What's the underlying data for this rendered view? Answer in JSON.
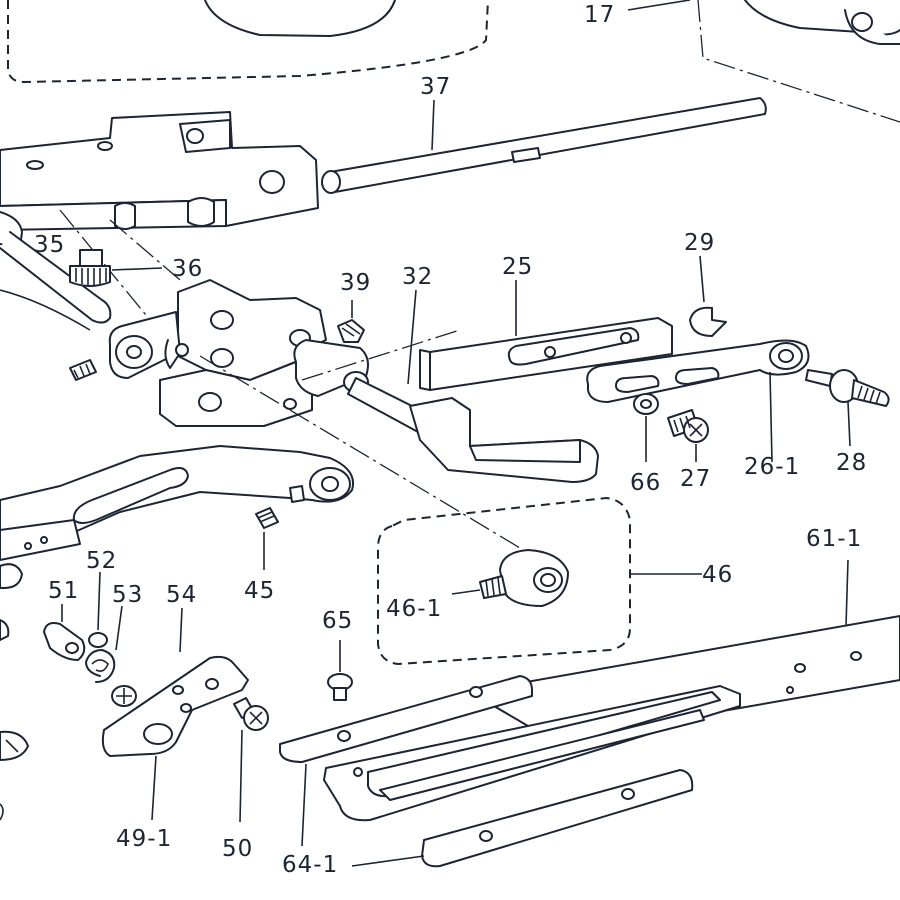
{
  "callouts": {
    "c17": "17",
    "c37": "37",
    "c35": "35",
    "c36": "36",
    "c39": "39",
    "c32": "32",
    "c25": "25",
    "c29": "29",
    "c28": "28",
    "c26_1": "26-1",
    "c27": "27",
    "c66": "66",
    "c46": "46",
    "c46_1": "46-1",
    "c45": "45",
    "c61_1": "61-1",
    "c65": "65",
    "c52": "52",
    "c51": "51",
    "c53": "53",
    "c54": "54",
    "c49_1": "49-1",
    "c50": "50",
    "c64_1": "64-1"
  },
  "colors": {
    "line": "#1c2533",
    "paper": "#ffffff"
  }
}
